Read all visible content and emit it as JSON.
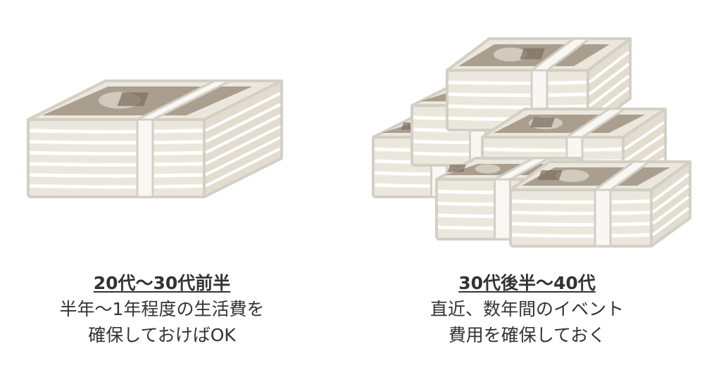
{
  "colors": {
    "paper": "#ebe7dc",
    "outline": "#d3cfc4",
    "print": "#948576",
    "band": "#f8f7f3",
    "text": "#333333"
  },
  "left": {
    "title": "20代〜30代前半",
    "lines": [
      "半年〜1年程度の生活費を",
      "確保しておけばOK"
    ],
    "illustration": "money-stack-icon"
  },
  "right": {
    "title": "30代後半〜40代",
    "lines": [
      "直近、数年間のイベント",
      "費用を確保しておく"
    ],
    "illustration": "money-pile-icon"
  }
}
